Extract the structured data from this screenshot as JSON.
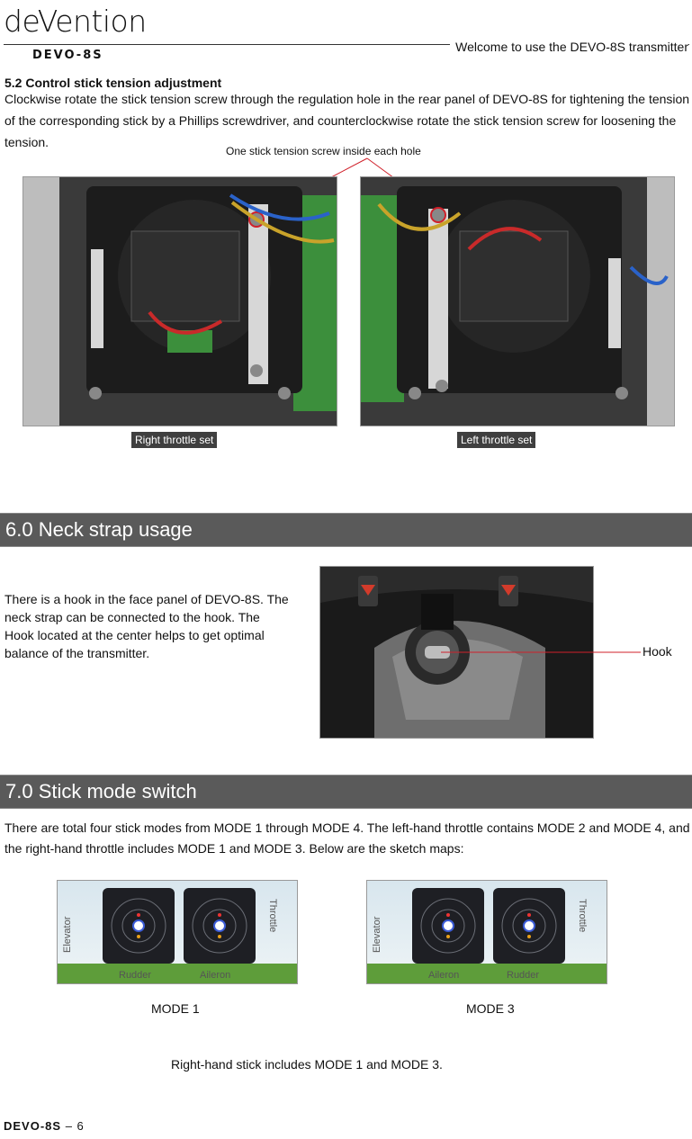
{
  "header": {
    "logo": "deVention",
    "model": "DEVO-8S",
    "welcome": "Welcome to use the DEVO-8S transmitter"
  },
  "section52": {
    "title": "5.2 Control stick tension adjustment",
    "body": "Clockwise rotate the stick tension screw through the regulation hole in the rear panel of DEVO-8S for tightening the tension of the corresponding stick by a Phillips screwdriver, and counterclockwise rotate the stick tension screw for loosening the tension.",
    "callout": "One stick tension screw inside each hole",
    "caption_right": "Right throttle set",
    "caption_left": "Left throttle set"
  },
  "section60": {
    "title": "6.0 Neck strap usage",
    "body": "There is a hook in the face panel of DEVO-8S. The neck strap can be connected to the hook. The Hook located at the center helps to get optimal balance of the transmitter.",
    "hook_label": "Hook"
  },
  "section70": {
    "title": "7.0 Stick mode switch",
    "body": "There are total four stick modes from MODE 1 through MODE 4. The left-hand throttle contains MODE 2 and MODE 4, and the right-hand throttle includes MODE 1 and MODE 3. Below are the sketch maps:",
    "mode1": {
      "label": "MODE 1",
      "left_side": "Elevator",
      "right_side": "Throttle",
      "bottom_left": "Rudder",
      "bottom_right": "Aileron"
    },
    "mode3": {
      "label": "MODE 3",
      "left_side": "Elevator",
      "right_side": "Throttle",
      "bottom_left": "Aileron",
      "bottom_right": "Rudder"
    },
    "note": "Right-hand stick includes MODE 1 and MODE 3."
  },
  "footer": {
    "model": "DEVO-8S",
    "page": "6"
  },
  "colors": {
    "section_bar": "#5a5a5a",
    "callout_line": "#d0202a",
    "pcb_green": "#3c8f3c"
  }
}
